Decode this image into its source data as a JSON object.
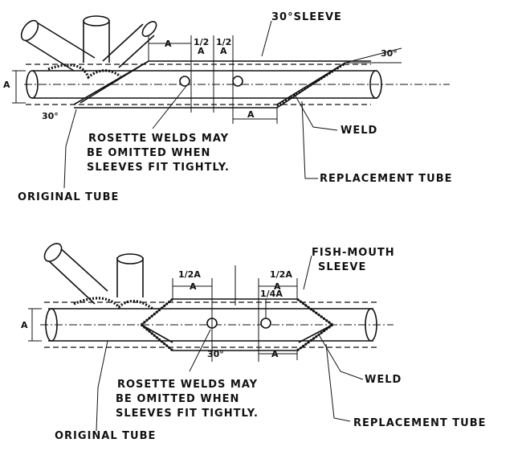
{
  "top_figure": {
    "sleeve_label": "30°SLEEVE",
    "angle_right": "30°",
    "angle_left": "30°",
    "dim_a_top": "A",
    "dim_half_a_1": "1/2",
    "dim_half_a_1b": "A",
    "dim_half_a_2": "1/2",
    "dim_half_a_2b": "A",
    "dim_a_left": "A",
    "dim_a_bottom": "A",
    "rosette_note_line1": "ROSETTE WELDS MAY",
    "rosette_note_line2": "BE OMITTED WHEN",
    "rosette_note_line3": "SLEEVES FIT TIGHTLY.",
    "weld_label": "WELD",
    "replacement_label": "REPLACEMENT TUBE",
    "original_label": "ORIGINAL TUBE"
  },
  "bottom_figure": {
    "sleeve_label_line1": "FISH-MOUTH",
    "sleeve_label_line2": "SLEEVE",
    "dim_half_a_left": "1/2A",
    "dim_a_left_top": "A",
    "dim_half_a_right": "1/2A",
    "dim_a_right_top": "A",
    "dim_quarter_a": "1/4A",
    "dim_a_left": "A",
    "dim_a_bottom": "A",
    "angle_label": "30°",
    "rosette_note_line1": "ROSETTE WELDS MAY",
    "rosette_note_line2": "BE OMITTED WHEN",
    "rosette_note_line3": "SLEEVES FIT TIGHTLY.",
    "weld_label": "WELD",
    "replacement_label": "REPLACEMENT TUBE",
    "original_label": "ORIGINAL TUBE"
  }
}
